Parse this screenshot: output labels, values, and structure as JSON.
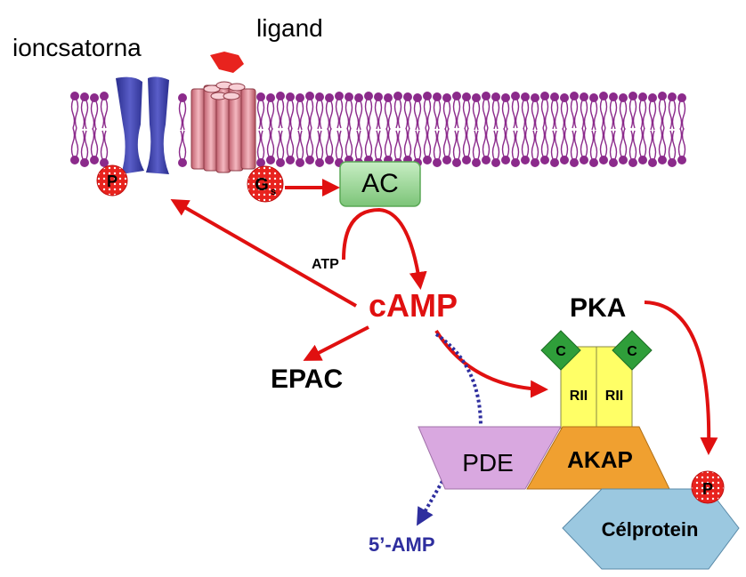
{
  "labels": {
    "ion_channel": "ioncsatorna",
    "ligand": "ligand",
    "p_channel": "P",
    "gs_main": "G",
    "gs_sub": "s",
    "ac": "AC",
    "atp": "ATP",
    "camp": "cAMP",
    "pka": "PKA",
    "epac": "EPAC",
    "c_left": "C",
    "c_right": "C",
    "rii_left": "RII",
    "rii_right": "RII",
    "pde": "PDE",
    "akap": "AKAP",
    "amp": "5’-AMP",
    "p_protein": "P",
    "celprotein": "Célprotein"
  },
  "colors": {
    "membrane": "#8B2A8B",
    "channel": "#3B3FA8",
    "receptor": "#E8A0A8",
    "phospho": "#E8231E",
    "arrow_red": "#E01010",
    "arrow_blue": "#2E2E9E",
    "ac": "#9ED79A",
    "pka_c": "#2F9E3A",
    "rii": "#FFFF66",
    "pde": "#D9A8E0",
    "akap": "#F0A030",
    "celprotein": "#9BC8E0",
    "camp_text": "#E01010",
    "amp_text": "#2E2E9E"
  }
}
